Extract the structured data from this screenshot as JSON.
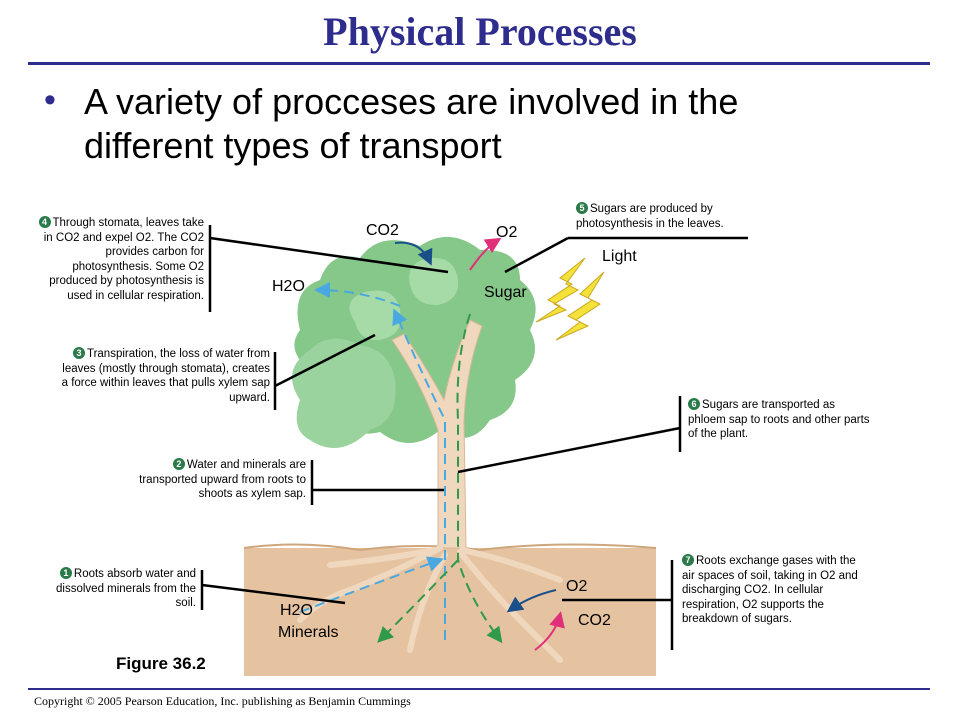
{
  "title": "Physical Processes",
  "bullet": {
    "marker": "•",
    "text": "A variety of procceses are involved in the different types of transport"
  },
  "captions": [
    {
      "id": "c1",
      "number": "1",
      "text": "Roots absorb water and dissolved minerals from the soil."
    },
    {
      "id": "c2",
      "number": "2",
      "text": "Water and minerals are transported upward from roots to shoots as xylem sap."
    },
    {
      "id": "c3",
      "number": "3",
      "text": "Transpiration, the loss of water from leaves (mostly through stomata), creates a force within leaves that pulls xylem sap upward."
    },
    {
      "id": "c4",
      "number": "4",
      "text": "Through stomata, leaves take in CO2 and expel O2. The CO2 provides carbon for photosynthesis. Some O2 produced by photosynthesis is used in cellular respiration."
    },
    {
      "id": "c5",
      "number": "5",
      "text": "Sugars are produced by photosynthesis in the leaves."
    },
    {
      "id": "c6",
      "number": "6",
      "text": "Sugars are transported as phloem sap to roots and other parts of the plant."
    },
    {
      "id": "c7",
      "number": "7",
      "text": "Roots exchange gases with the air spaces of soil, taking in O2 and discharging CO2. In cellular respiration, O2 supports the breakdown of sugars."
    }
  ],
  "labels": {
    "co2_top": "CO2",
    "o2_top": "O2",
    "h2o_top": "H2O",
    "sugar": "Sugar",
    "light": "Light",
    "h2o_root": "H2O",
    "minerals": "Minerals",
    "o2_root": "O2",
    "co2_root": "CO2"
  },
  "figure_label": "Figure 36.2",
  "copyright": "Copyright © 2005 Pearson Education, Inc. publishing as Benjamin Cummings",
  "colors": {
    "title": "#2e2c8c",
    "foliage": "#86c78a",
    "trunk": "#f0d8bf",
    "soil": "#e6c3a0",
    "xylem_arrow": "#4aa8e0",
    "phloem_arrow": "#2e9a4a",
    "light_bolt": "#f4e23a",
    "gas_arrow": "#e0307a"
  }
}
